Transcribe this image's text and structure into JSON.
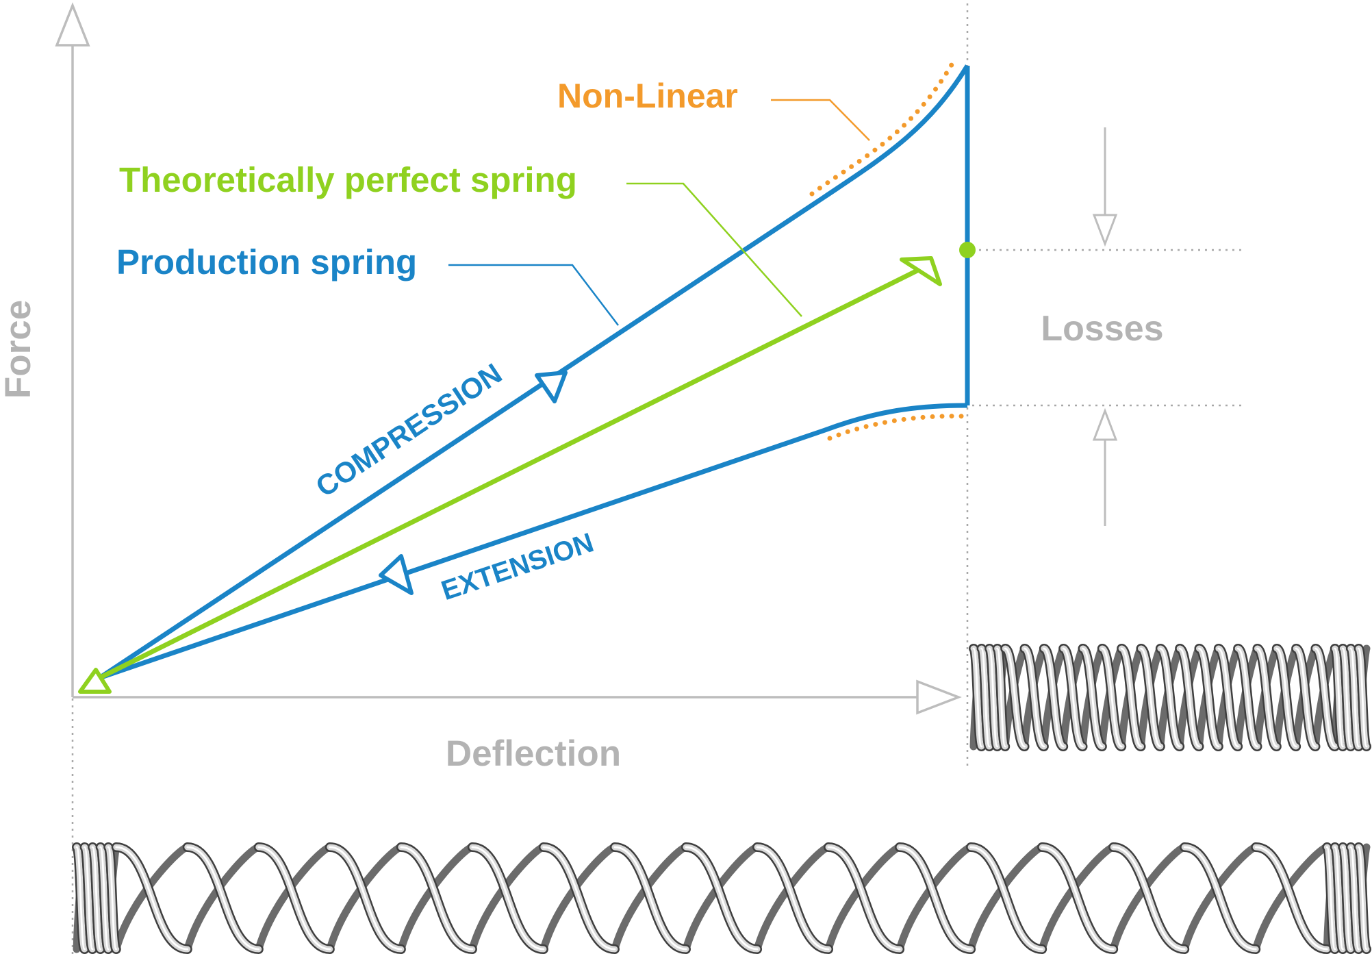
{
  "axes": {
    "y_label": "Force",
    "x_label": "Deflection"
  },
  "labels": {
    "non_linear": "Non-Linear",
    "theoretical": "Theoretically perfect spring",
    "production": "Production spring",
    "losses": "Losses",
    "compression": "COMPRESSION",
    "extension": "EXTENSION"
  },
  "colors": {
    "production": "#1a84c7",
    "theoretical": "#8fd11f",
    "non_linear": "#f39a2b",
    "axis": "#bdbdbd",
    "axis_label": "#b3b3b3",
    "guide": "#9e9e9e"
  },
  "springs": {
    "compressed_coils": 17,
    "extended_coils": 17
  }
}
